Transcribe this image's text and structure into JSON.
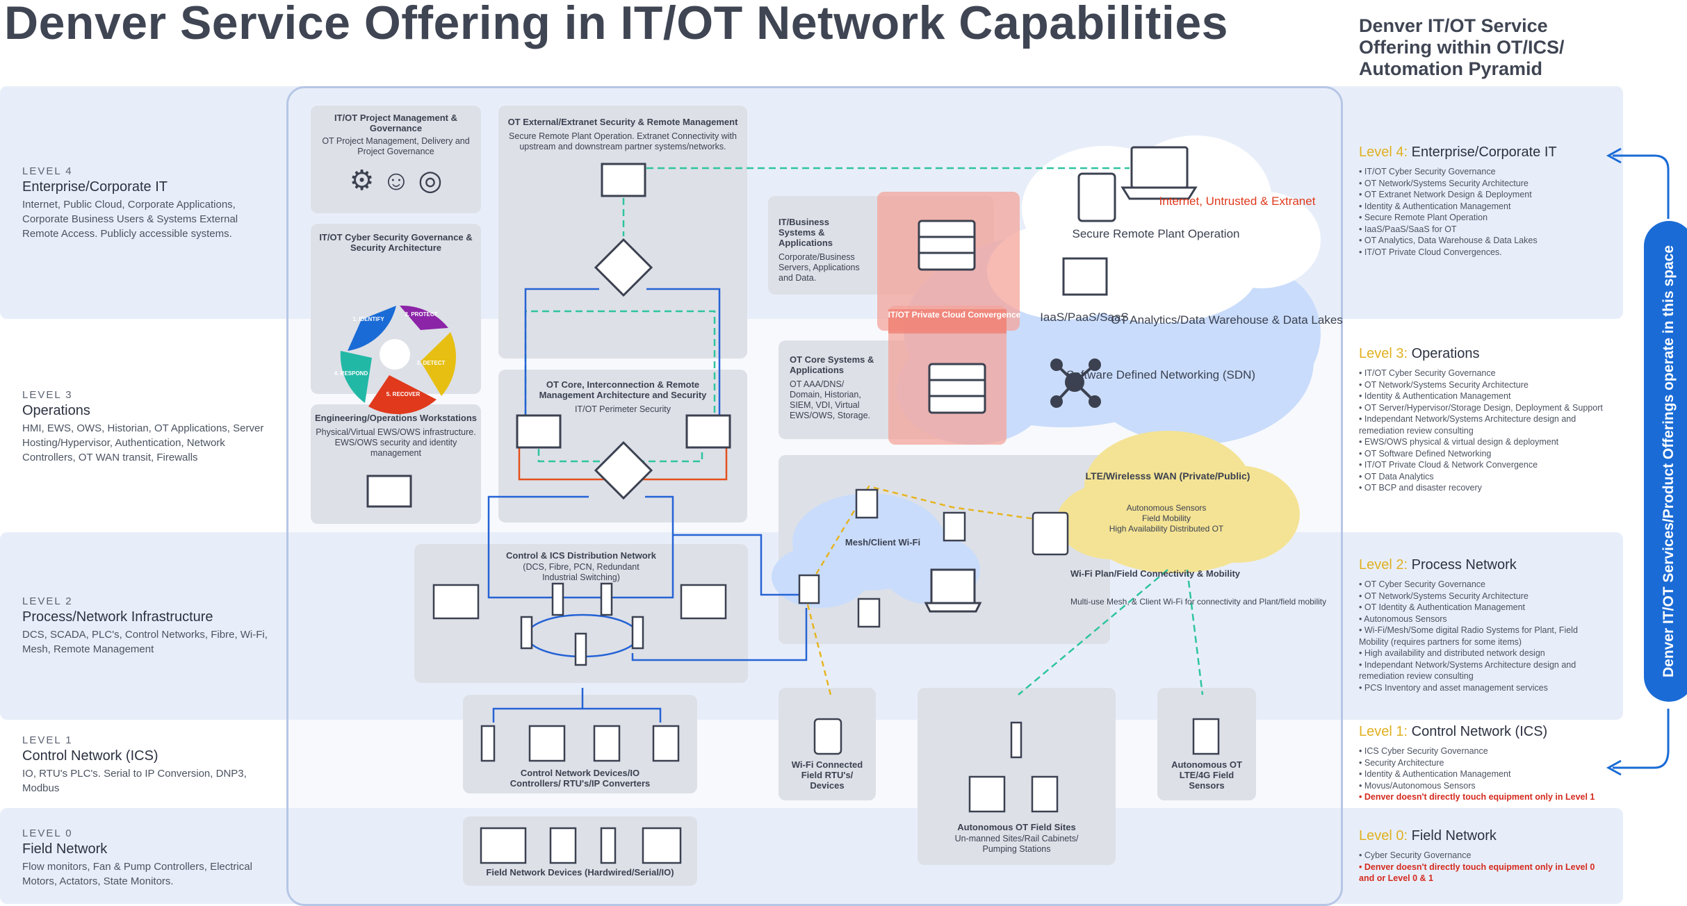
{
  "title": "Denver Service Offering in IT/OT Network Capabilities",
  "right_title": "Denver IT/OT Service Offering within OT/ICS/ Automation Pyramid",
  "side_banner": "Denver IT/OT Services/Product Offerings operate in this space",
  "levels": [
    {
      "tag": "LEVEL 4",
      "name": "Enterprise/Corporate IT",
      "desc": "Internet, Public Cloud, Corporate Applications, Corporate Business Users & Systems External Remote Access. Publicly accessible systems."
    },
    {
      "tag": "LEVEL 3",
      "name": "Operations",
      "desc": "HMI, EWS, OWS, Historian, OT Applications, Server Hosting/Hypervisor, Authentication, Network Controllers, OT WAN transit, Firewalls"
    },
    {
      "tag": "LEVEL 2",
      "name": "Process/Network Infrastructure",
      "desc": "DCS, SCADA, PLC's, Control Networks, Fibre, Wi-Fi, Mesh, Remote Management"
    },
    {
      "tag": "LEVEL 1",
      "name": "Control Network (ICS)",
      "desc": "IO, RTU's PLC's. Serial to IP Conversion, DNP3, Modbus"
    },
    {
      "tag": "LEVEL 0",
      "name": "Field Network",
      "desc": "Flow monitors, Fan & Pump Controllers, Electrical Motors, Actators, State Monitors."
    }
  ],
  "cards": {
    "project": {
      "h": "IT/OT Project Management & Governance",
      "b": "OT Project Management, Delivery and Project Governance"
    },
    "cyber": {
      "h": "IT/OT Cyber Security Governance & Security Architecture"
    },
    "eng": {
      "h": "Engineering/Operations Workstations",
      "b": "Physical/Virtual EWS/OWS infrastructure. EWS/OWS security and identity management"
    },
    "extranet": {
      "h": "OT External/Extranet Security & Remote Management",
      "b": "Secure Remote Plant Operation. Extranet Connectivity with upstream and downstream partner systems/networks."
    },
    "core": {
      "h": "OT Core, Interconnection & Remote Management Architecture and Security",
      "b": "IT/OT Perimeter Security"
    },
    "itbiz": {
      "h": "IT/Business Systems & Applications",
      "b": "Corporate/Business Servers, Applications and Data."
    },
    "otcore": {
      "h": "OT Core Systems & Applications",
      "b": "OT AAA/DNS/ Domain, Historian, SIEM, VDI, Virtual EWS/OWS, Storage."
    },
    "privcloud": {
      "h": "IT/OT Private Cloud Convergence"
    },
    "distribution": {
      "h": "Control & ICS Distribution Network",
      "b": "(DCS, Fibre, PCN, Redundant Industrial Switching)"
    },
    "wifiplan": {
      "h": "Wi-Fi Plan/Field Connectivity & Mobility",
      "b": "Multi-use Mesh, & Client Wi-Fi for connectivity and Plant/field mobility"
    },
    "mesh": {
      "h": "Mesh/Client Wi-Fi"
    },
    "lte": {
      "h": "LTE/Wirelesss WAN (Private/Public)",
      "b1": "Autonomous Sensors",
      "b2": "Field Mobility",
      "b3": "High Availability Distributed OT"
    },
    "controldev": {
      "h": "Control Network Devices/IO Controllers/ RTU's/IP Converters"
    },
    "wifirtu": {
      "h": "Wi-Fi Connected Field RTU's/ Devices"
    },
    "sites": {
      "h": "Autonomous OT Field Sites",
      "b": "Un-manned Sites/Rail Cabinets/ Pumping Stations"
    },
    "lte4g": {
      "h": "Autonomous OT LTE/4G Field Sensors"
    },
    "fielddev": {
      "h": "Field Network Devices (Hardwired/Serial/IO)"
    }
  },
  "cloud": {
    "internet": "Internet, Untrusted & Extranet",
    "remote": "Secure Remote Plant Operation",
    "iaas": "IaaS/PaaS/SaaS",
    "analytics": "OT Analytics/Data Warehouse & Data Lakes",
    "sdn": "Software Defined Networking (SDN)"
  },
  "wheel": [
    "1. IDENTIFY",
    "2. PROTECT",
    "3. DETECT",
    "4. RESPOND",
    "5. RECOVER"
  ],
  "pyramid": [
    {
      "level": "Level 4:",
      "name": "Enterprise/Corporate IT",
      "items": [
        "IT/OT Cyber Security Governance",
        "OT Network/Systems Security Architecture",
        "OT Extranet Network Design & Deployment",
        "Identity & Authentication Management",
        "Secure Remote Plant Operation",
        "IaaS/PaaS/SaaS for OT",
        "OT Analytics, Data Warehouse & Data Lakes",
        "IT/OT Private Cloud Convergences."
      ],
      "red": ""
    },
    {
      "level": "Level 3:",
      "name": "Operations",
      "items": [
        "IT/OT Cyber Security Governance",
        "OT Network/Systems Security Architecture",
        "Identity & Authentication Management",
        "OT Server/Hypervisor/Storage Design, Deployment & Support",
        "Independant Network/Systems Architecture design and remediation review consulting",
        "EWS/OWS physical & virtual design & deployment",
        "OT Software Defined Networking",
        "IT/OT Private Cloud & Network Convergence",
        "OT Data Analytics",
        "OT BCP and disaster recovery"
      ],
      "red": ""
    },
    {
      "level": "Level 2:",
      "name": "Process Network",
      "items": [
        "OT Cyber Security Governance",
        "OT Network/Systems Security Architecture",
        "OT Identity & Authentication Management",
        "Autonomous Sensors",
        "Wi-Fi/Mesh/Some digital Radio Systems for Plant, Field Mobility (requires partners for some items)",
        "High availability and distributed network design",
        "Independant Network/Systems Architecture design and remediation review consulting",
        "PCS Inventory and asset management services"
      ],
      "red": ""
    },
    {
      "level": "Level 1:",
      "name": "Control Network (ICS)",
      "items": [
        "ICS Cyber Security Governance",
        "Security Architecture",
        "Identity & Authentication Management",
        "Movus/Autonomous Sensors"
      ],
      "red": "Denver doesn't directly touch equipment only in Level 1"
    },
    {
      "level": "Level 0:",
      "name": "Field Network",
      "items": [
        "Cyber Security Governance"
      ],
      "red": "Denver doesn't directly touch equipment only in Level 0 and or Level 0 & 1"
    }
  ],
  "colors": {
    "accent_blue": "#1a6bd6",
    "level_yellow": "#e0b020",
    "alert_red": "#d42a1e",
    "teal_link": "#2ec4a0",
    "cloud_blue": "#c9dcfb",
    "lte_yellow": "#f4e394"
  }
}
